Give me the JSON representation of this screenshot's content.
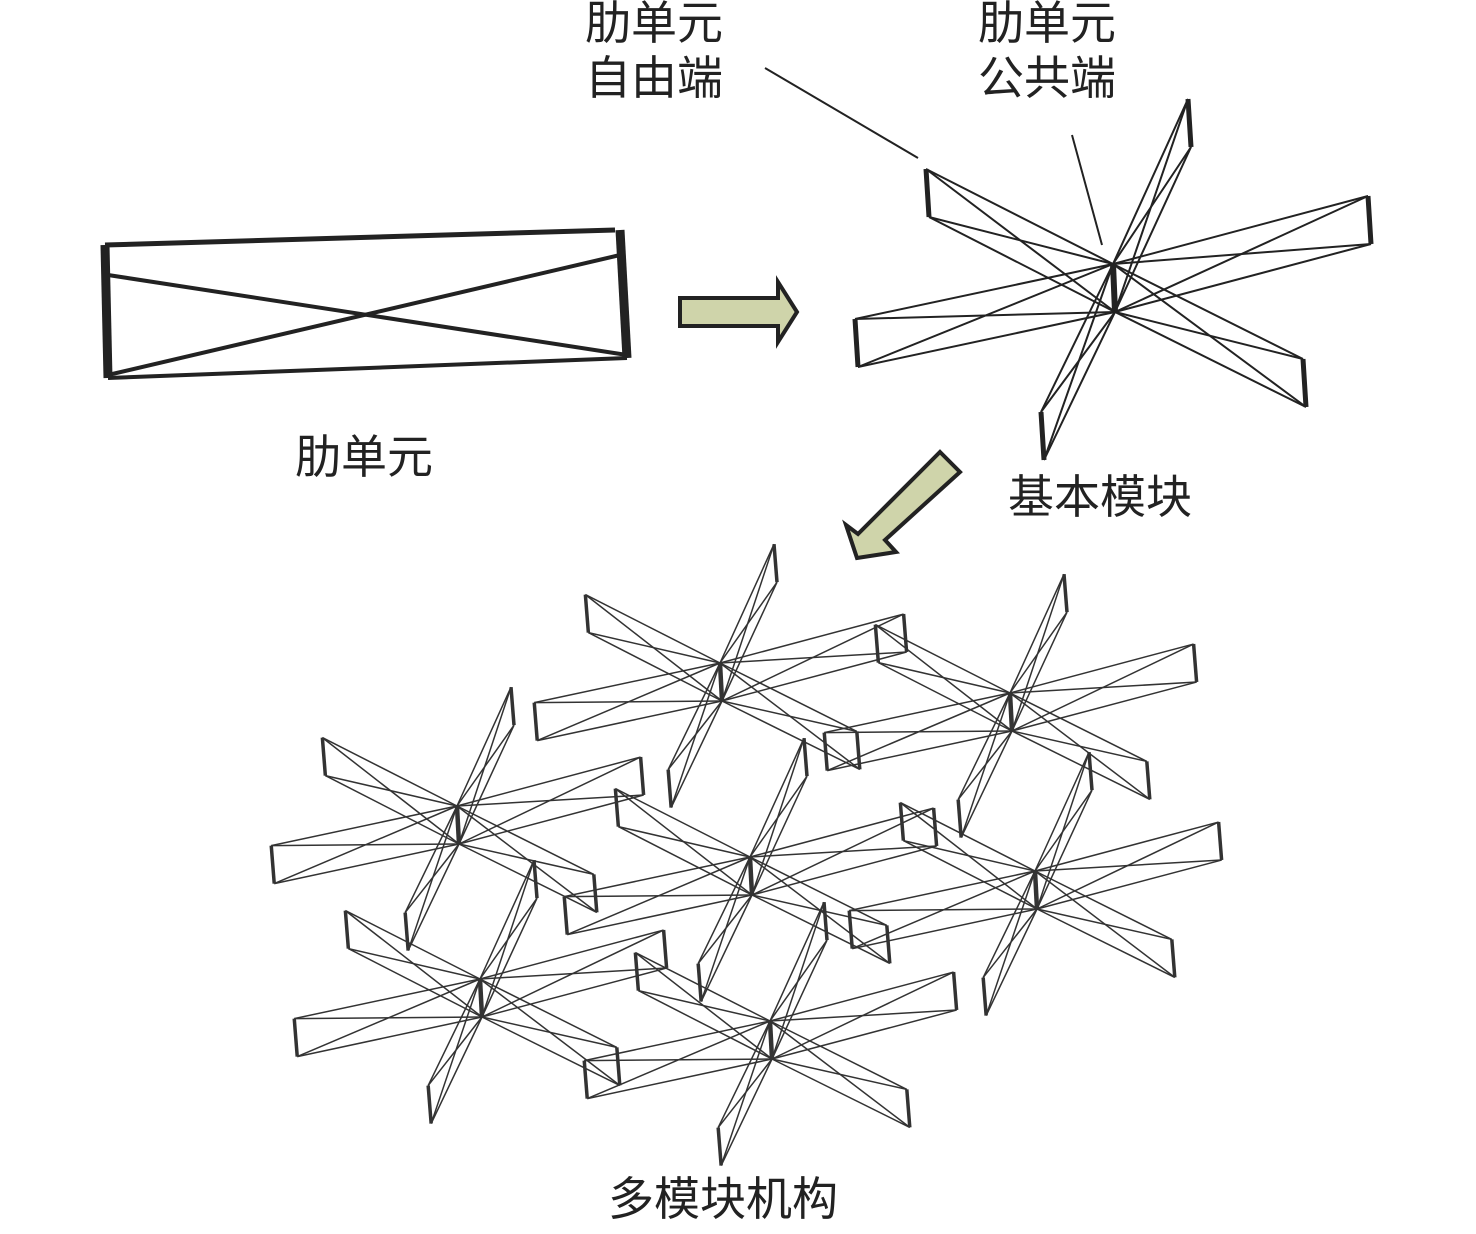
{
  "labels": {
    "rib_unit": "肋单元",
    "rib_free_end_line1": "肋单元",
    "rib_free_end_line2": "自由端",
    "rib_common_end_line1": "肋单元",
    "rib_common_end_line2": "公共端",
    "basic_module": "基本模块",
    "multi_module": "多模块机构"
  },
  "colors": {
    "arrow_fill": "#cfd4aa",
    "stroke": "#222222"
  }
}
